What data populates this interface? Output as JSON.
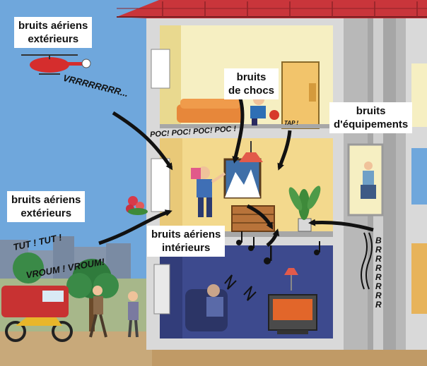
{
  "labels": {
    "air_ext_top": {
      "line1": "bruits aériens",
      "line2": "extérieurs"
    },
    "impact": {
      "line1": "bruits",
      "line2": "de chocs"
    },
    "equipment": {
      "line1": "bruits",
      "line2": "d'équipements"
    },
    "air_ext_left": {
      "line1": "bruits aériens",
      "line2": "extérieurs"
    },
    "air_int": {
      "line1": "bruits aériens",
      "line2": "intérieurs"
    }
  },
  "sounds": {
    "helicopter": "VRRRRRRRR...",
    "knocks": "POC! POC! POC! POC !",
    "tap": "TAP !",
    "horn": "TUT ! TUT !",
    "traffic": "VROUM ! VROUM!",
    "vibration": "BRRRRRRR"
  },
  "colors": {
    "sky": "#6fa7dc",
    "roof": "#c9353b",
    "wall": "#d9d9d9",
    "room_top": "#f6efc2",
    "room_mid": "#f3d98d",
    "room_low": "#3d4a8e",
    "arrow": "#111111"
  }
}
